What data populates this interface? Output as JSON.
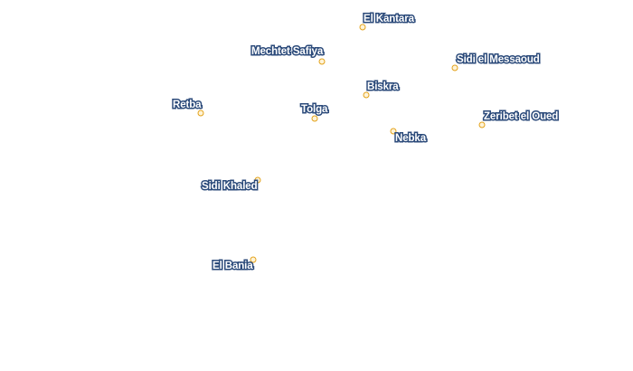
{
  "map": {
    "marker_color": "#e3a21a",
    "label_fill_color": "#ffffff",
    "label_halo_color": "#2b4a7a",
    "places": [
      {
        "name": "El Kantara"
      },
      {
        "name": "Mechtet Safiya"
      },
      {
        "name": "Sidi el Messaoud"
      },
      {
        "name": "Biskra"
      },
      {
        "name": "Retba"
      },
      {
        "name": "Tolga"
      },
      {
        "name": "Zeribet el Oued"
      },
      {
        "name": "Nebka"
      },
      {
        "name": "Sidi Khaled"
      },
      {
        "name": "El Bania"
      }
    ]
  }
}
